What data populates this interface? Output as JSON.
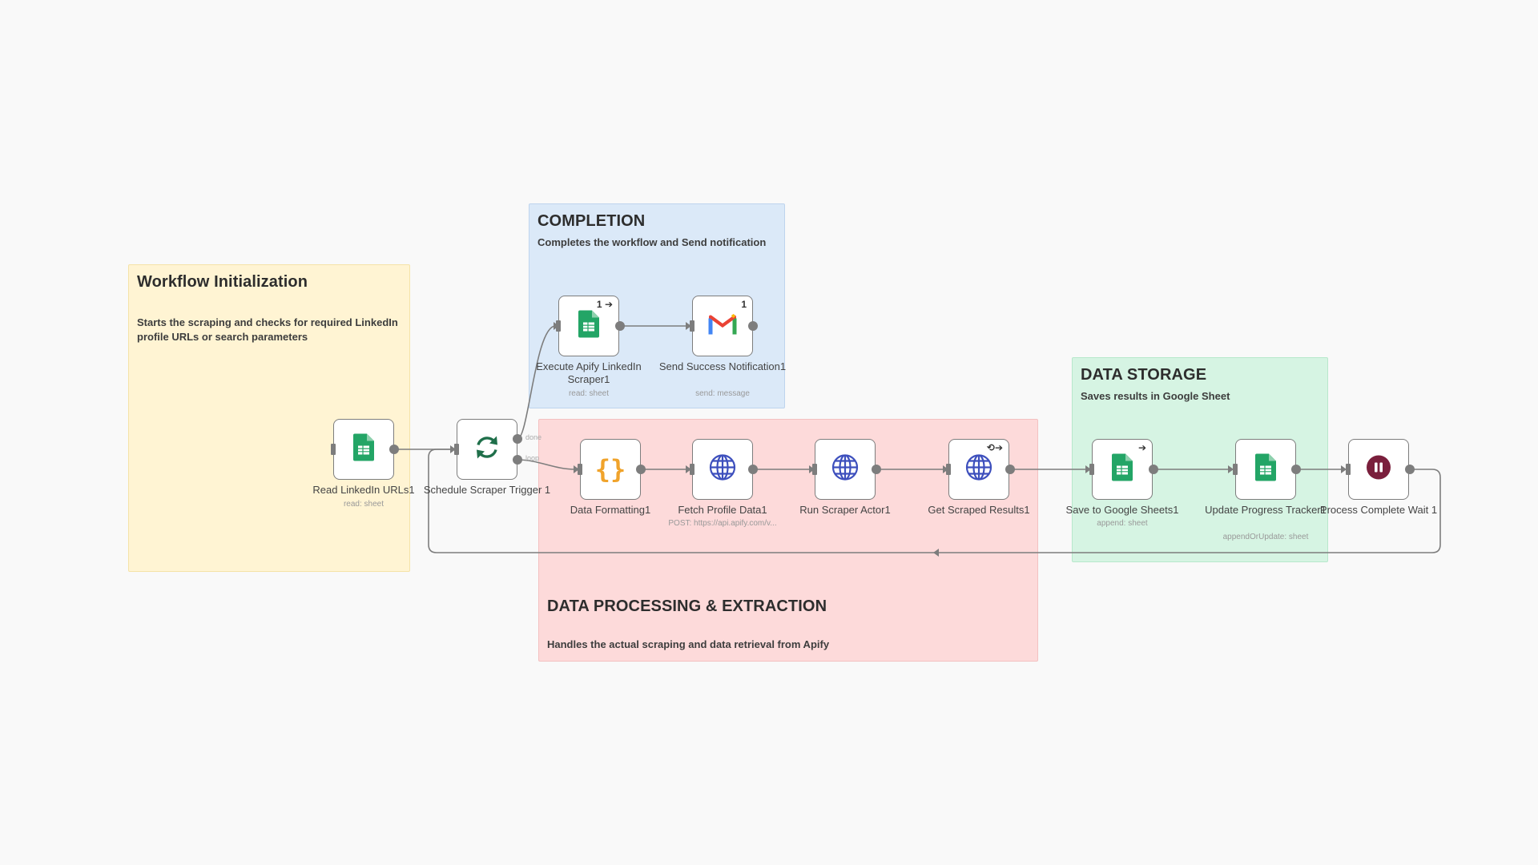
{
  "notes": {
    "init": {
      "title": "Workflow Initialization",
      "desc": "Starts the scraping and checks for required LinkedIn profile URLs or search parameters"
    },
    "completion": {
      "title": "COMPLETION",
      "desc": "Completes the workflow and Send notification"
    },
    "processing": {
      "title": "DATA PROCESSING & EXTRACTION",
      "desc": "Handles the actual scraping and data retrieval from Apify"
    },
    "storage": {
      "title": "DATA STORAGE",
      "desc": "Saves results in Google Sheet"
    }
  },
  "nodes": {
    "read_urls": {
      "label": "Read LinkedIn URLs1",
      "sub": "read: sheet",
      "icon": "google-sheets-icon"
    },
    "schedule": {
      "label": "Schedule Scraper Trigger 1",
      "icon": "loop-icon",
      "ports": {
        "done": "done",
        "loop": "loop"
      }
    },
    "execute_apify": {
      "label": "Execute Apify LinkedIn Scraper1",
      "sub": "read: sheet",
      "icon": "google-sheets-icon",
      "badge": "1"
    },
    "send_success": {
      "label": "Send Success Notification1",
      "sub": "send: message",
      "icon": "gmail-icon",
      "badge": "1"
    },
    "data_formatting": {
      "label": "Data Formatting1",
      "icon": "code-braces-icon"
    },
    "fetch_profile": {
      "label": "Fetch Profile Data1",
      "sub": "POST: https://api.apify.com/v...",
      "icon": "globe-icon"
    },
    "run_actor": {
      "label": "Run Scraper Actor1",
      "icon": "globe-icon"
    },
    "get_results": {
      "label": "Get Scraped Results1",
      "icon": "globe-icon"
    },
    "save_sheets": {
      "label": "Save to Google Sheets1",
      "sub": "append: sheet",
      "icon": "google-sheets-icon"
    },
    "update_tracker": {
      "label": "Update Progress Tracker1",
      "sub": "appendOrUpdate: sheet",
      "icon": "google-sheets-icon"
    },
    "wait": {
      "label": "Process Complete Wait 1",
      "icon": "pause-icon"
    }
  },
  "colors": {
    "sheets": "#23a566",
    "loop": "#1f6f4a",
    "code": "#f0a32b",
    "globe": "#3d4fbd",
    "wait": "#7a1f3c",
    "edge": "#7d7d7d"
  }
}
